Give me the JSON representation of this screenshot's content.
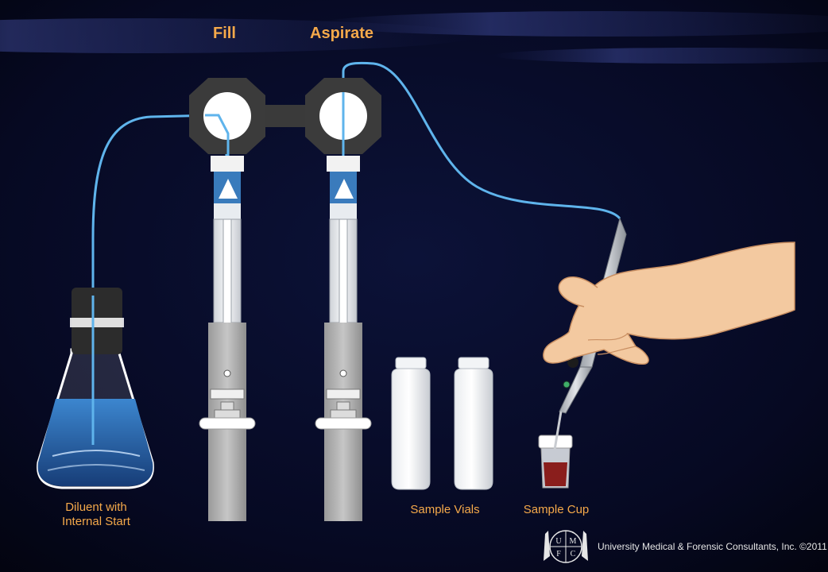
{
  "headings": {
    "fill": "Fill",
    "aspirate": "Aspirate"
  },
  "labels": {
    "diluent_line1": "Diluent with",
    "diluent_line2": "Internal Start",
    "sample_vials": "Sample Vials",
    "sample_cup": "Sample Cup"
  },
  "logo": {
    "letters": [
      "U",
      "M",
      "F",
      "C"
    ]
  },
  "credit": "University Medical & Forensic Consultants, Inc. ©2011",
  "colors": {
    "heading": "#f5a94a",
    "tube": "#5fb4ec",
    "liquid": "#2f6fb0",
    "sample": "#8a1e1c",
    "skin": "#f3c9a0"
  }
}
